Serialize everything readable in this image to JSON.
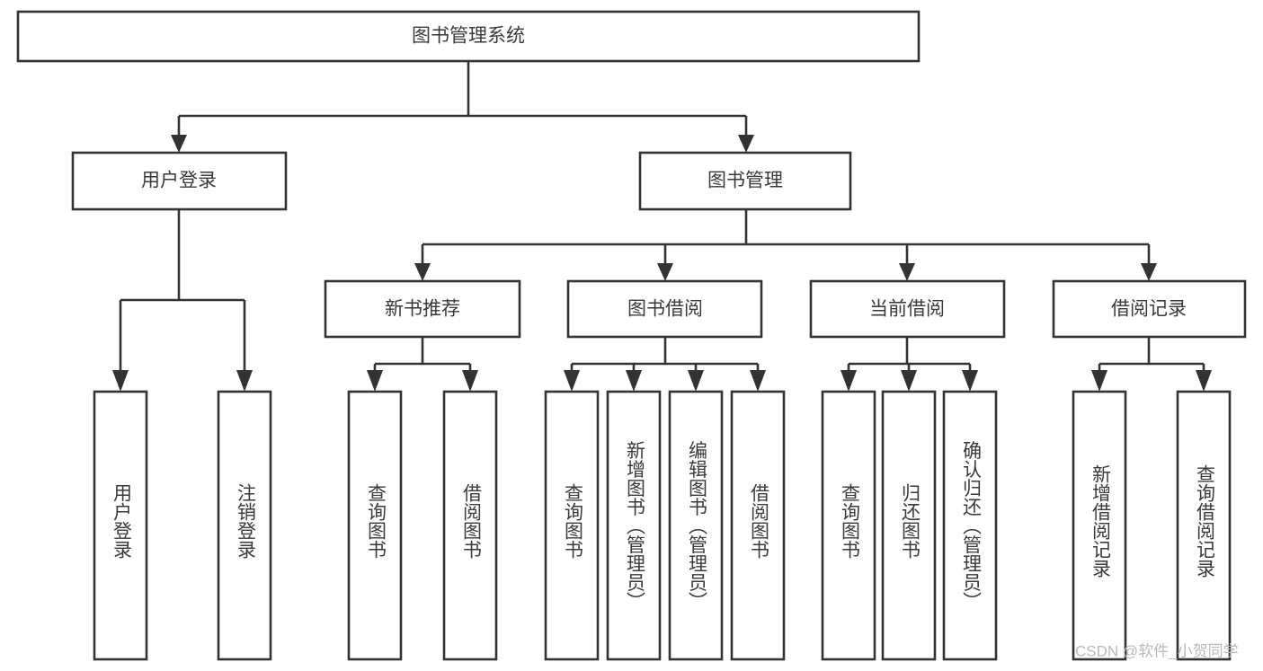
{
  "diagram": {
    "type": "tree-hierarchy",
    "title": "图书管理系统",
    "watermark": "CSDN @软件_小贺同学",
    "colors": {
      "stroke": "#333333",
      "box_fill": "#ffffff",
      "text": "#3a3a3a",
      "background": "#ffffff",
      "watermark": "#b9b9b9"
    },
    "levels": {
      "level0": "root",
      "level1": "modules",
      "level2": "submodules",
      "level3": "functions"
    },
    "nodes": {
      "root": {
        "label": "图书管理系统",
        "orientation": "horizontal"
      },
      "user_login": {
        "label": "用户登录",
        "orientation": "horizontal"
      },
      "book_manage": {
        "label": "图书管理",
        "orientation": "horizontal"
      },
      "new_book_rec": {
        "label": "新书推荐",
        "orientation": "horizontal"
      },
      "book_borrow": {
        "label": "图书借阅",
        "orientation": "horizontal"
      },
      "current_borrow": {
        "label": "当前借阅",
        "orientation": "horizontal"
      },
      "borrow_record": {
        "label": "借阅记录",
        "orientation": "horizontal"
      },
      "leaf_user_login": {
        "label": "用户登录",
        "orientation": "vertical"
      },
      "leaf_logout": {
        "label": "注销登录",
        "orientation": "vertical"
      },
      "leaf_query_book_1": {
        "label": "查询图书",
        "orientation": "vertical"
      },
      "leaf_borrow_book_1": {
        "label": "借阅图书",
        "orientation": "vertical"
      },
      "leaf_query_book_2": {
        "label": "查询图书",
        "orientation": "vertical"
      },
      "leaf_add_book": {
        "label": "新增图书（管理员）",
        "orientation": "vertical"
      },
      "leaf_edit_book": {
        "label": "编辑图书（管理员）",
        "orientation": "vertical"
      },
      "leaf_borrow_book_2": {
        "label": "借阅图书",
        "orientation": "vertical"
      },
      "leaf_query_book_3": {
        "label": "查询图书",
        "orientation": "vertical"
      },
      "leaf_return_book": {
        "label": "归还图书",
        "orientation": "vertical"
      },
      "leaf_confirm_return": {
        "label": "确认归还（管理员）",
        "orientation": "vertical"
      },
      "leaf_add_record": {
        "label": "新增借阅记录",
        "orientation": "vertical"
      },
      "leaf_query_record": {
        "label": "查询借阅记录",
        "orientation": "vertical"
      }
    },
    "edges": [
      {
        "from": "root",
        "to": "user_login"
      },
      {
        "from": "root",
        "to": "book_manage"
      },
      {
        "from": "user_login",
        "to": "leaf_user_login"
      },
      {
        "from": "user_login",
        "to": "leaf_logout"
      },
      {
        "from": "book_manage",
        "to": "new_book_rec"
      },
      {
        "from": "book_manage",
        "to": "book_borrow"
      },
      {
        "from": "book_manage",
        "to": "current_borrow"
      },
      {
        "from": "book_manage",
        "to": "borrow_record"
      },
      {
        "from": "new_book_rec",
        "to": "leaf_query_book_1"
      },
      {
        "from": "new_book_rec",
        "to": "leaf_borrow_book_1"
      },
      {
        "from": "book_borrow",
        "to": "leaf_query_book_2"
      },
      {
        "from": "book_borrow",
        "to": "leaf_add_book"
      },
      {
        "from": "book_borrow",
        "to": "leaf_edit_book"
      },
      {
        "from": "book_borrow",
        "to": "leaf_borrow_book_2"
      },
      {
        "from": "current_borrow",
        "to": "leaf_query_book_3"
      },
      {
        "from": "current_borrow",
        "to": "leaf_return_book"
      },
      {
        "from": "current_borrow",
        "to": "leaf_confirm_return"
      },
      {
        "from": "borrow_record",
        "to": "leaf_add_record"
      },
      {
        "from": "borrow_record",
        "to": "leaf_query_record"
      }
    ]
  }
}
